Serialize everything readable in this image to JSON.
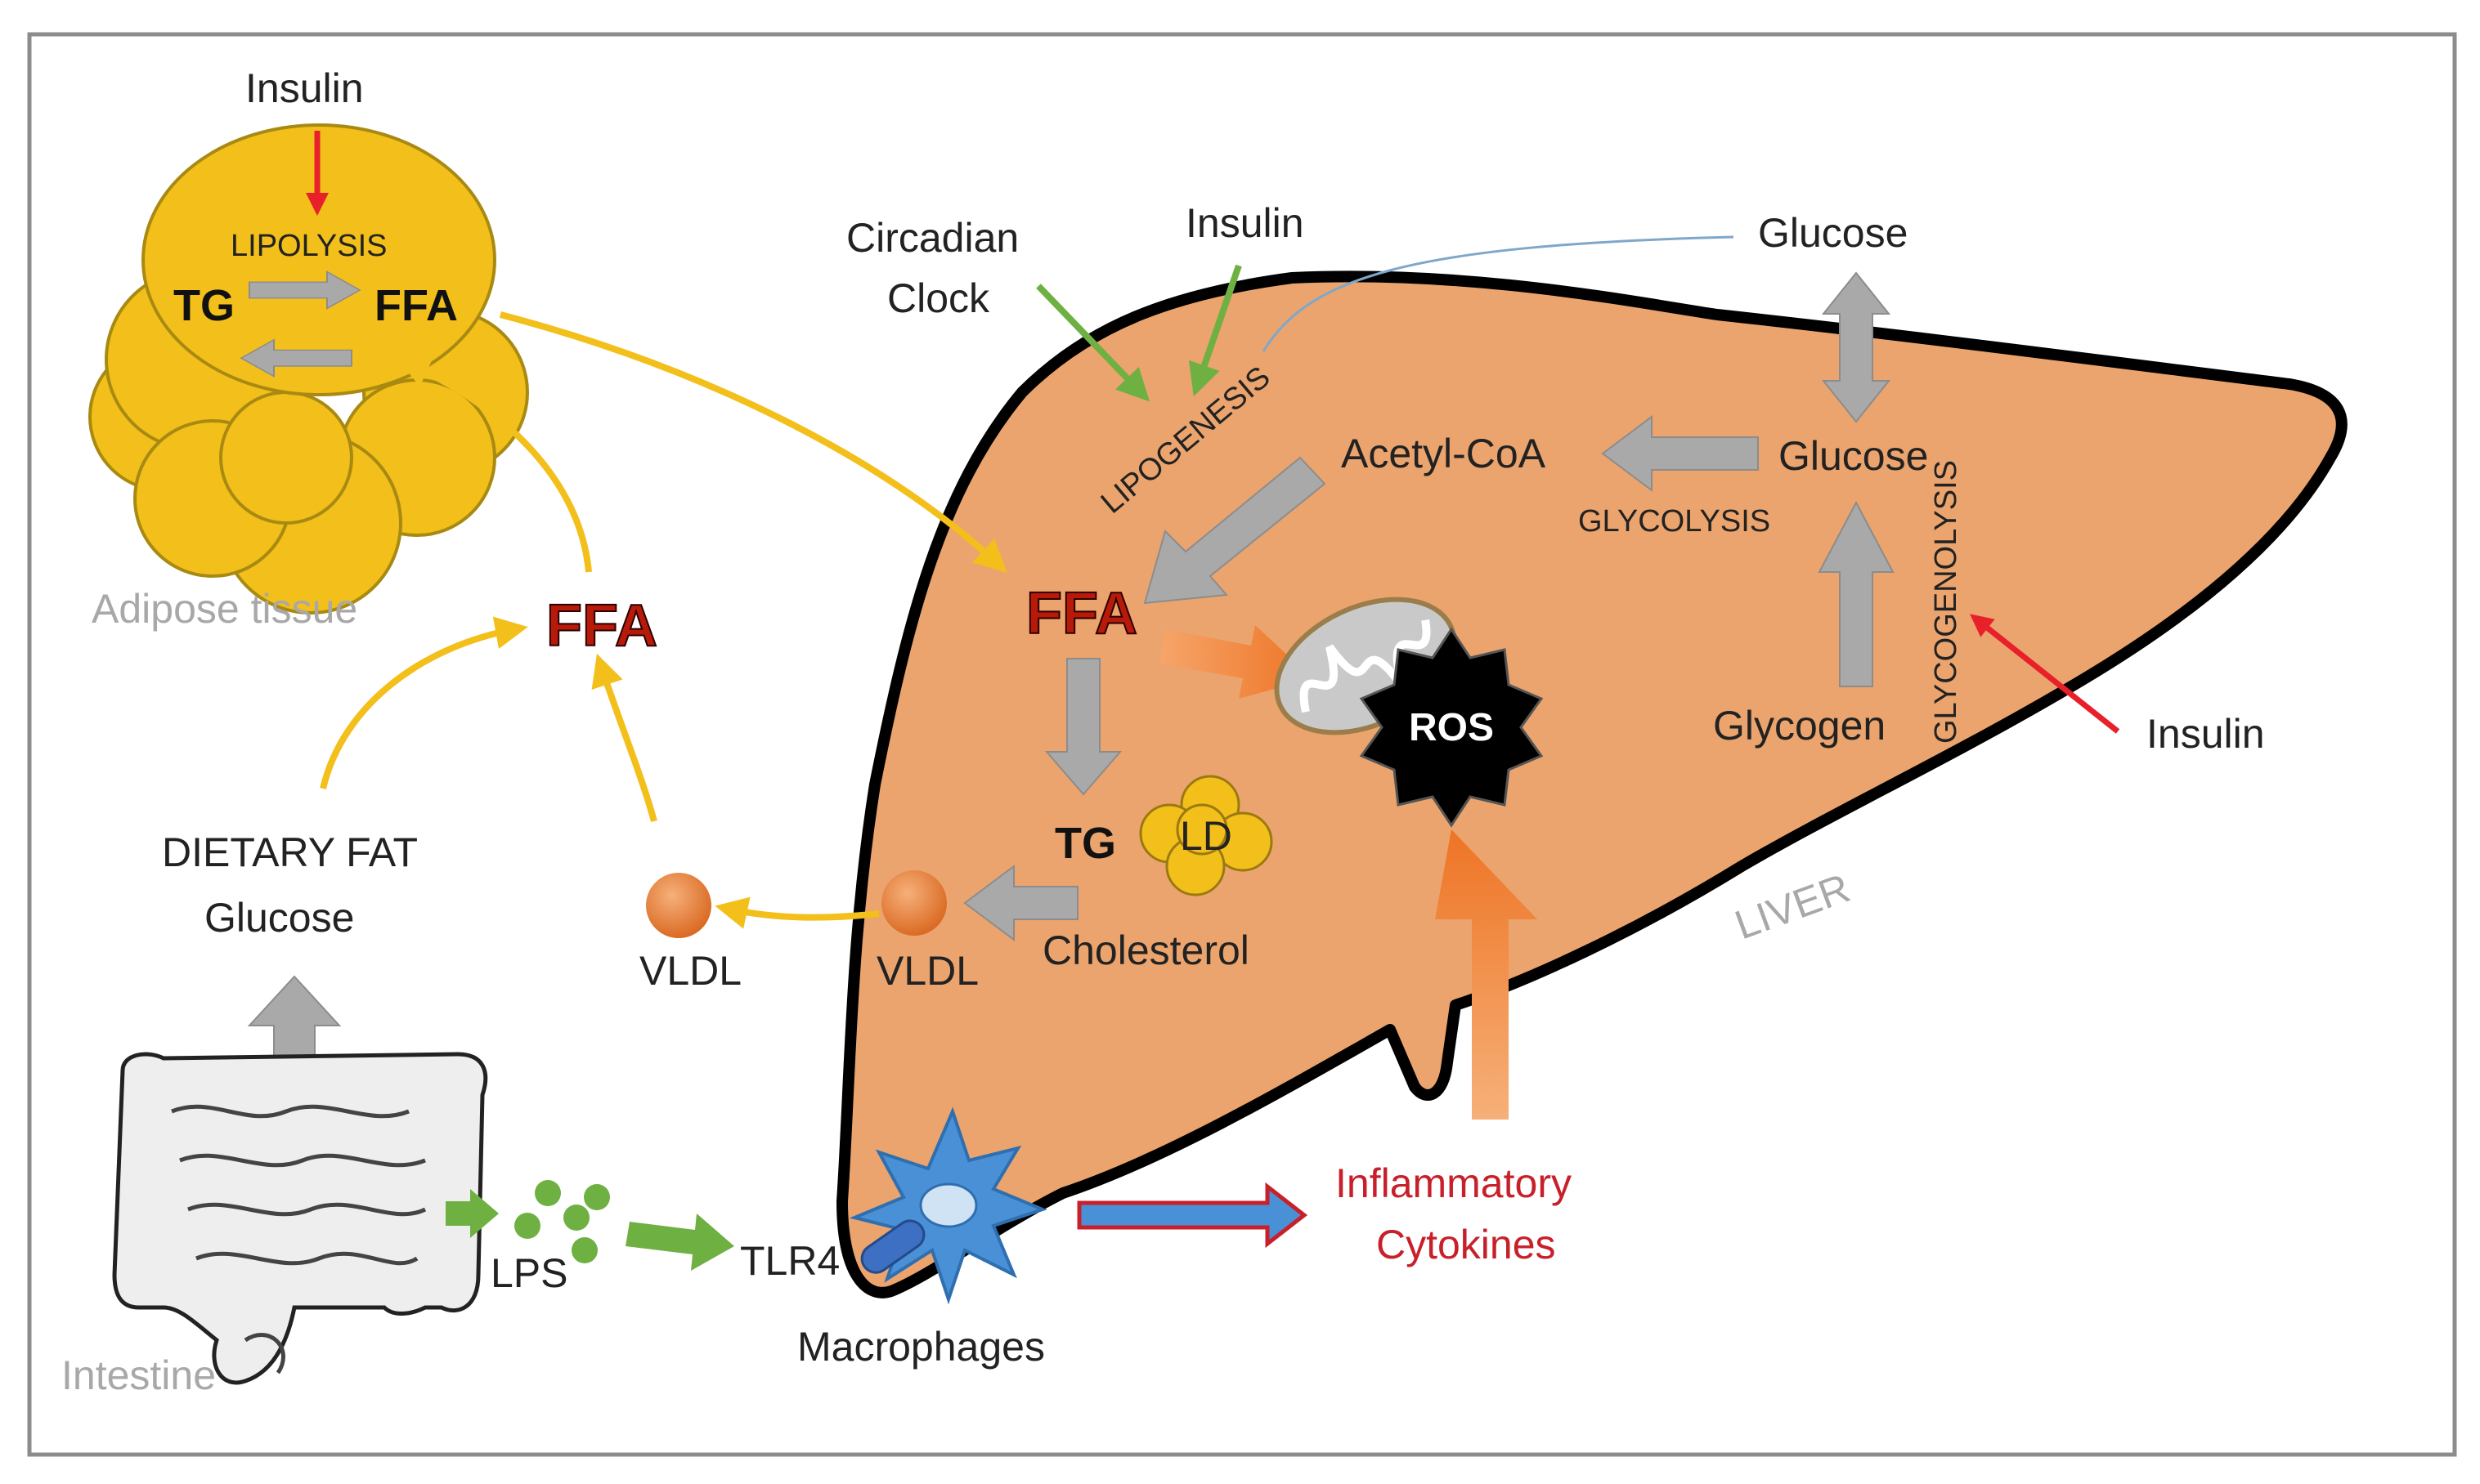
{
  "adipose": {
    "insulin": "Insulin",
    "lipolysis": "LIPOLYSIS",
    "tg": "TG",
    "ffa": "FFA",
    "label": "Adipose tissue"
  },
  "circulation": {
    "ffa": "FFA",
    "dietary_fat": "DIETARY FAT",
    "glucose": "Glucose",
    "vldl": "VLDL"
  },
  "intestine": {
    "label": "Intestine",
    "lps": "LPS",
    "tlr4": "TLR4",
    "macrophages": "Macrophages"
  },
  "liver": {
    "circadian_line1": "Circadian",
    "circadian_line2": "Clock",
    "insulin_top": "Insulin",
    "glucose_top": "Glucose",
    "lipogenesis": "LIPOGENESIS",
    "acetyl_coa": "Acetyl-CoA",
    "glucose": "Glucose",
    "glycolysis": "GLYCOLYSIS",
    "glycogenolysis": "GLYCOGENOLYSIS",
    "glycogen": "Glycogen",
    "insulin_right": "Insulin",
    "ffa": "FFA",
    "ros": "ROS",
    "tg": "TG",
    "ld": "LD",
    "vldl": "VLDL",
    "cholesterol": "Cholesterol",
    "label": "LIVER",
    "inflammatory_line1": "Inflammatory",
    "inflammatory_line2": "Cytokines"
  },
  "colors": {
    "liver_fill": "#eba46d",
    "adipose_fill": "#f3bf1a",
    "gray_arrow": "#a9a9a9",
    "yellow_arrow": "#f3bf1a",
    "green_arrow": "#6fb043",
    "red_arrow": "#e8202a",
    "orange_arrow": "#ef7e30",
    "macrophage": "#4a90d6"
  }
}
